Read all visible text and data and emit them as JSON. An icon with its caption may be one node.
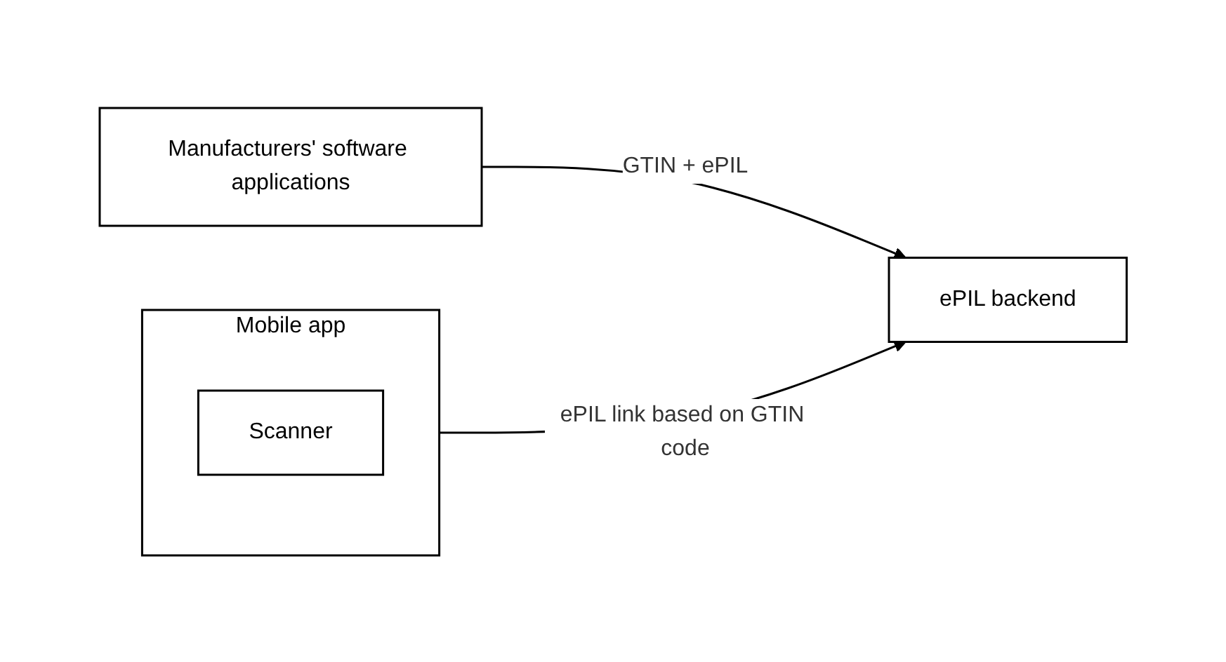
{
  "diagram": {
    "nodes": [
      {
        "text": [
          "Manufacturers' software applications"
        ]
      },
      {
        "text": [
          "ePIL backend"
        ]
      },
      {
        "text": [
          "Mobile app"
        ]
      },
      {
        "text": [
          "Scanner"
        ],
        "in": 2
      }
    ],
    "edges": [
      {
        "from": 0,
        "to": 1,
        "arrow": "to",
        "label": "GTIN + ePIL"
      },
      {
        "from": 2,
        "to": 1,
        "arrow": "to",
        "label": "ePIL link based on GTIN code"
      }
    ]
  }
}
